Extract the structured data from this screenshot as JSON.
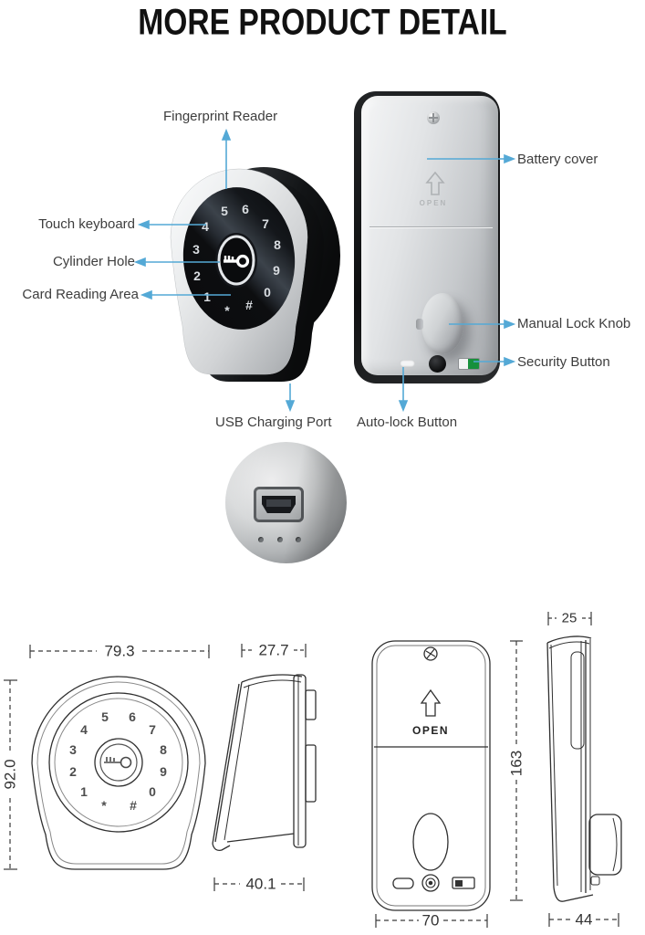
{
  "title": "MORE PRODUCT DETAIL",
  "colors": {
    "arrow_blue": "#54a9d6",
    "label_text": "#3d3d3d",
    "switch_green": "#17903c"
  },
  "callouts": {
    "fingerprint_reader": "Fingerprint Reader",
    "touch_keyboard": "Touch keyboard",
    "cylinder_hole": "Cylinder Hole",
    "card_reading_area": "Card Reading Area",
    "battery_cover": "Battery cover",
    "manual_lock_knob": "Manual Lock Knob",
    "security_button": "Security Button",
    "usb_charging_port": "USB Charging Port",
    "auto_lock_button": "Auto-lock Button"
  },
  "keypad": {
    "digits": [
      "5",
      "6",
      "4",
      "7",
      "3",
      "8",
      "2",
      "9",
      "1",
      "0",
      "*",
      "#"
    ]
  },
  "back_photo": {
    "open_label": "OPEN"
  },
  "drawings": {
    "open_label": "OPEN"
  },
  "dimensions": {
    "front_width": "79.3",
    "front_height": "92.0",
    "side_top_width": "27.7",
    "side_bottom_width": "40.1",
    "back_height": "163",
    "back_width": "70",
    "rear_side_top_width": "25",
    "rear_side_bottom_width": "44"
  }
}
